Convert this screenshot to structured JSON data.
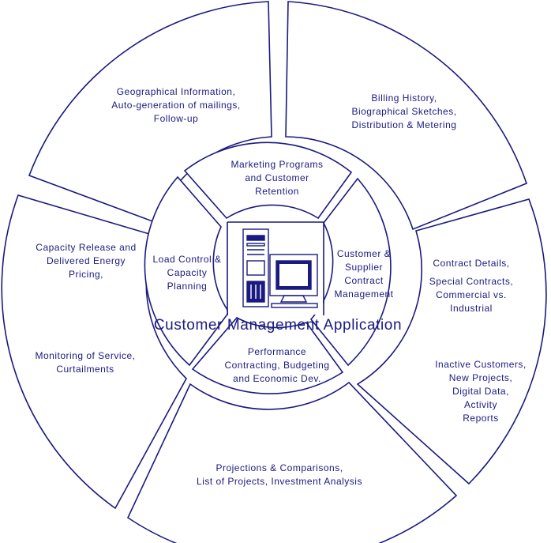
{
  "diagram": {
    "title": "Customer Management Application",
    "inner": {
      "top": [
        "Marketing Programs",
        "and Customer",
        "Retention"
      ],
      "left": [
        "Load Control &",
        "Capacity",
        "Planning"
      ],
      "right": [
        "Customer &",
        "Supplier",
        "Contract",
        "Management"
      ],
      "bottom": [
        "Performance",
        "Contracting, Budgeting",
        "and Economic Dev."
      ]
    },
    "outer": {
      "top_left": [
        "Geographical Information,",
        "Auto-generation of mailings,",
        "Follow-up"
      ],
      "top_right": [
        "Billing History,",
        "Biographical Sketches,",
        "Distribution & Metering"
      ],
      "left_upper": [
        "Capacity Release and",
        "Delivered Energy",
        "Pricing,"
      ],
      "left_lower": [
        "Monitoring of Service,",
        "Curtailments"
      ],
      "right_upper": [
        "Contract Details,",
        "Special Contracts,",
        "Commercial vs.",
        "Industrial"
      ],
      "right_lower": [
        "Inactive Customers,",
        "New Projects,",
        "Digital Data,",
        "Activity",
        "Reports"
      ],
      "bottom": [
        "Projections & Comparisons,",
        "List of Projects, Investment Analysis"
      ]
    },
    "colors": {
      "line": "#1a1a80",
      "background": "#ffffff"
    },
    "center_icon": "computer-workstation-icon"
  }
}
